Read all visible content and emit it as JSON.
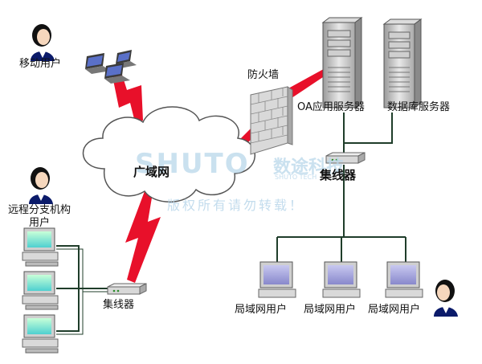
{
  "labels": {
    "mobile_user": "移动用户",
    "remote_branch_line1": "远程分支机构",
    "remote_branch_line2": "用户",
    "wan": "广域网",
    "firewall": "防火墙",
    "oa_server": "OA应用服务器",
    "db_server": "数据库服务器",
    "hub_right": "集线器",
    "hub_left": "集线器",
    "lan_user_1": "局域网用户",
    "lan_user_2": "局域网用户",
    "lan_user_3": "局域网用户"
  },
  "watermark": {
    "logo": "SHUTO",
    "brand_cn": "数途科技",
    "brand_en": "SHUTO TECH",
    "notice": "版权所有请勿转载！"
  },
  "colors": {
    "link_red": "#e8102a",
    "cable_green": "#1f3d2a",
    "cloud_fill": "#ffffff",
    "cloud_stroke": "#555555",
    "watermark": "#b9d7ea"
  }
}
